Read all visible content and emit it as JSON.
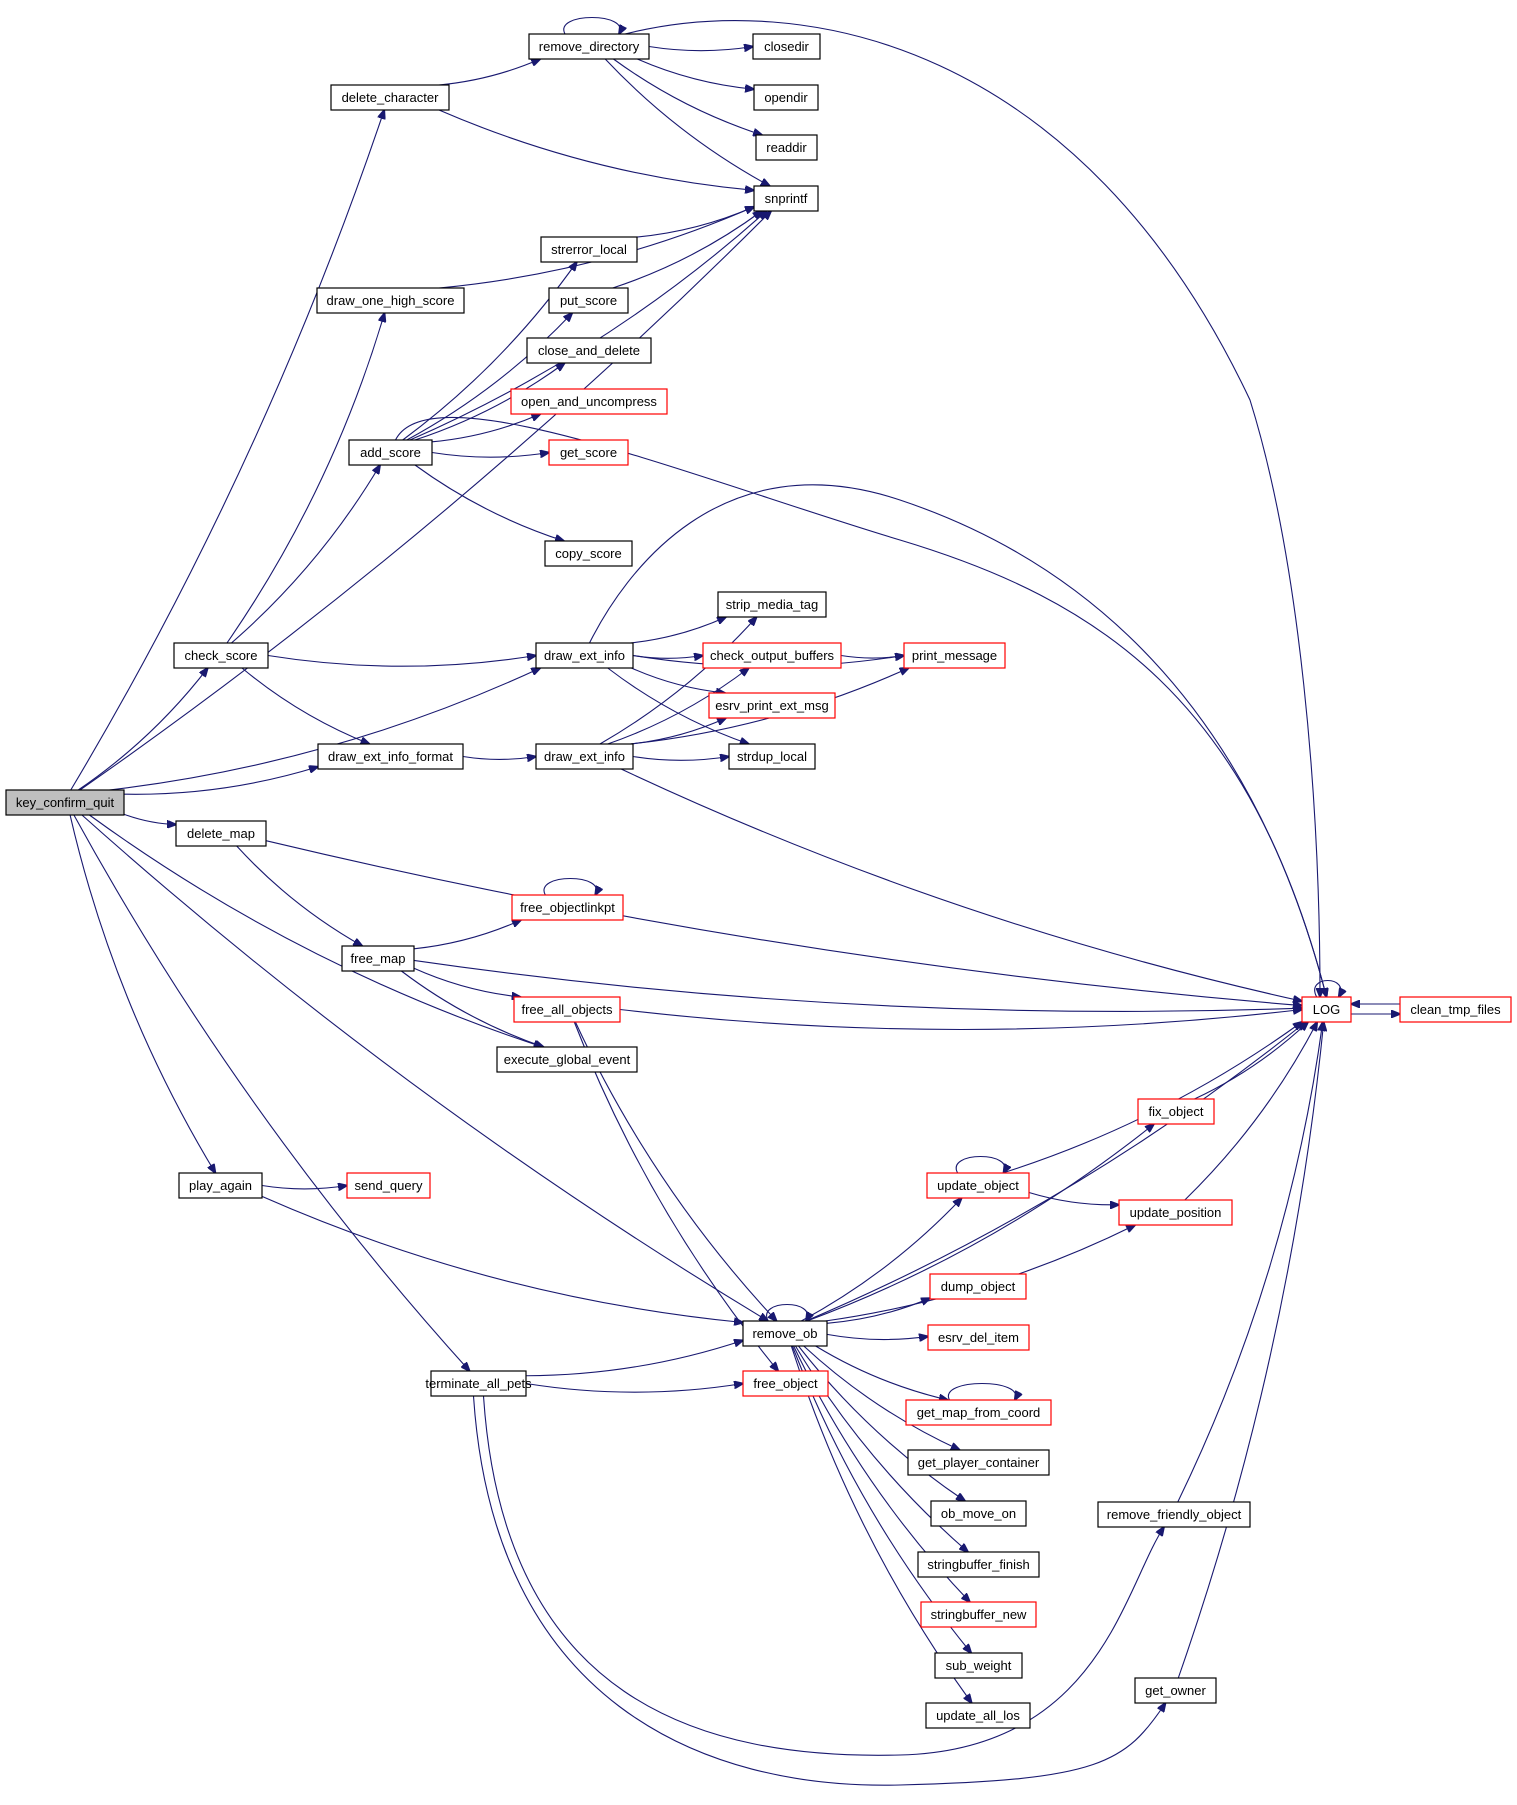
{
  "title": "key_confirm_quit call graph",
  "colors": {
    "edge": "#191970",
    "node_border_normal": "#000000",
    "node_border_truncated": "#ff0000",
    "root_fill": "#bfbfbf",
    "node_fill": "#ffffff"
  },
  "nodes": [
    {
      "id": "key_confirm_quit",
      "label": "key_confirm_quit",
      "kind": "root"
    },
    {
      "id": "delete_character",
      "label": "delete_character",
      "kind": "normal"
    },
    {
      "id": "remove_directory",
      "label": "remove_directory",
      "kind": "normal"
    },
    {
      "id": "closedir",
      "label": "closedir",
      "kind": "normal"
    },
    {
      "id": "opendir",
      "label": "opendir",
      "kind": "normal"
    },
    {
      "id": "readdir",
      "label": "readdir",
      "kind": "normal"
    },
    {
      "id": "snprintf",
      "label": "snprintf",
      "kind": "normal"
    },
    {
      "id": "strerror_local",
      "label": "strerror_local",
      "kind": "normal"
    },
    {
      "id": "draw_one_high_score",
      "label": "draw_one_high_score",
      "kind": "normal"
    },
    {
      "id": "put_score",
      "label": "put_score",
      "kind": "normal"
    },
    {
      "id": "close_and_delete",
      "label": "close_and_delete",
      "kind": "normal"
    },
    {
      "id": "open_and_uncompress",
      "label": "open_and_uncompress",
      "kind": "truncated"
    },
    {
      "id": "add_score",
      "label": "add_score",
      "kind": "normal"
    },
    {
      "id": "get_score",
      "label": "get_score",
      "kind": "truncated"
    },
    {
      "id": "copy_score",
      "label": "copy_score",
      "kind": "normal"
    },
    {
      "id": "strip_media_tag",
      "label": "strip_media_tag",
      "kind": "normal"
    },
    {
      "id": "check_score",
      "label": "check_score",
      "kind": "normal"
    },
    {
      "id": "draw_ext_info_1",
      "label": "draw_ext_info",
      "kind": "normal"
    },
    {
      "id": "check_output_buffers",
      "label": "check_output_buffers",
      "kind": "truncated"
    },
    {
      "id": "print_message",
      "label": "print_message",
      "kind": "truncated"
    },
    {
      "id": "esrv_print_ext_msg",
      "label": "esrv_print_ext_msg",
      "kind": "truncated"
    },
    {
      "id": "draw_ext_info_format",
      "label": "draw_ext_info_format",
      "kind": "normal"
    },
    {
      "id": "draw_ext_info_2",
      "label": "draw_ext_info",
      "kind": "normal"
    },
    {
      "id": "strdup_local",
      "label": "strdup_local",
      "kind": "normal"
    },
    {
      "id": "delete_map",
      "label": "delete_map",
      "kind": "normal"
    },
    {
      "id": "free_objectlinkpt",
      "label": "free_objectlinkpt",
      "kind": "truncated"
    },
    {
      "id": "free_map",
      "label": "free_map",
      "kind": "normal"
    },
    {
      "id": "LOG",
      "label": "LOG",
      "kind": "truncated"
    },
    {
      "id": "clean_tmp_files",
      "label": "clean_tmp_files",
      "kind": "truncated"
    },
    {
      "id": "free_all_objects",
      "label": "free_all_objects",
      "kind": "truncated"
    },
    {
      "id": "execute_global_event",
      "label": "execute_global_event",
      "kind": "normal"
    },
    {
      "id": "fix_object",
      "label": "fix_object",
      "kind": "truncated"
    },
    {
      "id": "play_again",
      "label": "play_again",
      "kind": "normal"
    },
    {
      "id": "send_query",
      "label": "send_query",
      "kind": "truncated"
    },
    {
      "id": "update_object",
      "label": "update_object",
      "kind": "truncated"
    },
    {
      "id": "update_position",
      "label": "update_position",
      "kind": "truncated"
    },
    {
      "id": "dump_object",
      "label": "dump_object",
      "kind": "truncated"
    },
    {
      "id": "remove_ob",
      "label": "remove_ob",
      "kind": "normal"
    },
    {
      "id": "esrv_del_item",
      "label": "esrv_del_item",
      "kind": "truncated"
    },
    {
      "id": "terminate_all_pets",
      "label": "terminate_all_pets",
      "kind": "normal"
    },
    {
      "id": "free_object",
      "label": "free_object",
      "kind": "truncated"
    },
    {
      "id": "get_map_from_coord",
      "label": "get_map_from_coord",
      "kind": "truncated"
    },
    {
      "id": "get_player_container",
      "label": "get_player_container",
      "kind": "normal"
    },
    {
      "id": "remove_friendly_object",
      "label": "remove_friendly_object",
      "kind": "normal"
    },
    {
      "id": "ob_move_on",
      "label": "ob_move_on",
      "kind": "normal"
    },
    {
      "id": "stringbuffer_finish",
      "label": "stringbuffer_finish",
      "kind": "normal"
    },
    {
      "id": "stringbuffer_new",
      "label": "stringbuffer_new",
      "kind": "truncated"
    },
    {
      "id": "sub_weight",
      "label": "sub_weight",
      "kind": "normal"
    },
    {
      "id": "get_owner",
      "label": "get_owner",
      "kind": "normal"
    },
    {
      "id": "update_all_los",
      "label": "update_all_los",
      "kind": "normal"
    }
  ],
  "edges": [
    [
      "key_confirm_quit",
      "delete_character"
    ],
    [
      "key_confirm_quit",
      "snprintf"
    ],
    [
      "key_confirm_quit",
      "check_score"
    ],
    [
      "key_confirm_quit",
      "draw_ext_info_1"
    ],
    [
      "key_confirm_quit",
      "draw_ext_info_format"
    ],
    [
      "key_confirm_quit",
      "delete_map"
    ],
    [
      "key_confirm_quit",
      "execute_global_event"
    ],
    [
      "key_confirm_quit",
      "play_again"
    ],
    [
      "key_confirm_quit",
      "remove_ob"
    ],
    [
      "key_confirm_quit",
      "terminate_all_pets"
    ],
    [
      "delete_character",
      "remove_directory"
    ],
    [
      "delete_character",
      "snprintf"
    ],
    [
      "remove_directory",
      "remove_directory"
    ],
    [
      "remove_directory",
      "closedir"
    ],
    [
      "remove_directory",
      "opendir"
    ],
    [
      "remove_directory",
      "readdir"
    ],
    [
      "remove_directory",
      "snprintf"
    ],
    [
      "remove_directory",
      "LOG"
    ],
    [
      "check_score",
      "draw_one_high_score"
    ],
    [
      "check_score",
      "add_score"
    ],
    [
      "check_score",
      "draw_ext_info_1"
    ],
    [
      "check_score",
      "draw_ext_info_format"
    ],
    [
      "draw_one_high_score",
      "snprintf"
    ],
    [
      "add_score",
      "strerror_local"
    ],
    [
      "add_score",
      "put_score"
    ],
    [
      "add_score",
      "close_and_delete"
    ],
    [
      "add_score",
      "open_and_uncompress"
    ],
    [
      "add_score",
      "get_score"
    ],
    [
      "add_score",
      "snprintf"
    ],
    [
      "add_score",
      "copy_score"
    ],
    [
      "add_score",
      "LOG"
    ],
    [
      "strerror_local",
      "snprintf"
    ],
    [
      "put_score",
      "snprintf"
    ],
    [
      "draw_ext_info_1",
      "strip_media_tag"
    ],
    [
      "draw_ext_info_1",
      "check_output_buffers"
    ],
    [
      "draw_ext_info_1",
      "esrv_print_ext_msg"
    ],
    [
      "draw_ext_info_1",
      "strdup_local"
    ],
    [
      "draw_ext_info_1",
      "print_message"
    ],
    [
      "draw_ext_info_1",
      "LOG"
    ],
    [
      "draw_ext_info_format",
      "draw_ext_info_2"
    ],
    [
      "draw_ext_info_2",
      "strip_media_tag"
    ],
    [
      "draw_ext_info_2",
      "check_output_buffers"
    ],
    [
      "draw_ext_info_2",
      "esrv_print_ext_msg"
    ],
    [
      "draw_ext_info_2",
      "strdup_local"
    ],
    [
      "draw_ext_info_2",
      "print_message"
    ],
    [
      "draw_ext_info_2",
      "LOG"
    ],
    [
      "check_output_buffers",
      "print_message"
    ],
    [
      "delete_map",
      "free_map"
    ],
    [
      "delete_map",
      "LOG"
    ],
    [
      "free_map",
      "free_objectlinkpt"
    ],
    [
      "free_map",
      "LOG"
    ],
    [
      "free_map",
      "free_all_objects"
    ],
    [
      "free_map",
      "execute_global_event"
    ],
    [
      "free_objectlinkpt",
      "free_objectlinkpt"
    ],
    [
      "free_all_objects",
      "LOG"
    ],
    [
      "free_all_objects",
      "remove_ob"
    ],
    [
      "free_all_objects",
      "free_object"
    ],
    [
      "LOG",
      "LOG"
    ],
    [
      "LOG",
      "clean_tmp_files"
    ],
    [
      "clean_tmp_files",
      "LOG"
    ],
    [
      "play_again",
      "send_query"
    ],
    [
      "play_again",
      "remove_ob"
    ],
    [
      "terminate_all_pets",
      "remove_ob"
    ],
    [
      "terminate_all_pets",
      "free_object"
    ],
    [
      "terminate_all_pets",
      "remove_friendly_object"
    ],
    [
      "terminate_all_pets",
      "get_owner"
    ],
    [
      "remove_ob",
      "remove_ob"
    ],
    [
      "remove_ob",
      "LOG"
    ],
    [
      "remove_ob",
      "fix_object"
    ],
    [
      "remove_ob",
      "update_object"
    ],
    [
      "remove_ob",
      "update_position"
    ],
    [
      "remove_ob",
      "dump_object"
    ],
    [
      "remove_ob",
      "esrv_del_item"
    ],
    [
      "remove_ob",
      "get_map_from_coord"
    ],
    [
      "remove_ob",
      "get_player_container"
    ],
    [
      "remove_ob",
      "ob_move_on"
    ],
    [
      "remove_ob",
      "stringbuffer_finish"
    ],
    [
      "remove_ob",
      "stringbuffer_new"
    ],
    [
      "remove_ob",
      "sub_weight"
    ],
    [
      "remove_ob",
      "update_all_los"
    ],
    [
      "fix_object",
      "LOG"
    ],
    [
      "update_object",
      "update_object"
    ],
    [
      "update_object",
      "LOG"
    ],
    [
      "update_object",
      "update_position"
    ],
    [
      "update_position",
      "LOG"
    ],
    [
      "get_map_from_coord",
      "get_map_from_coord"
    ],
    [
      "remove_friendly_object",
      "LOG"
    ],
    [
      "get_owner",
      "LOG"
    ]
  ]
}
